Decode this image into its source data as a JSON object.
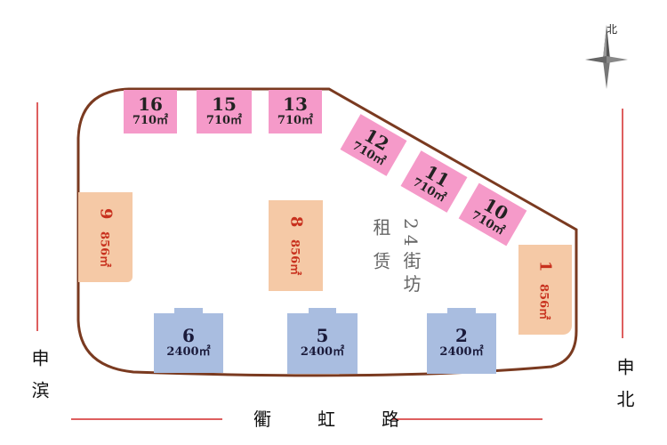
{
  "compass": {
    "north_label": "北"
  },
  "roads": {
    "left_name": "申滨",
    "right_name": "申北",
    "bottom_name": "衢虹路",
    "line_color": "#d42a2a"
  },
  "center_label": {
    "line1": "24街坊",
    "line2": "租赁"
  },
  "boundary_color": "#7a3a20",
  "plots": [
    {
      "id": "16",
      "area": "710㎡",
      "kind": "pink"
    },
    {
      "id": "15",
      "area": "710㎡",
      "kind": "pink"
    },
    {
      "id": "13",
      "area": "710㎡",
      "kind": "pink"
    },
    {
      "id": "12",
      "area": "710㎡",
      "kind": "pink"
    },
    {
      "id": "11",
      "area": "710㎡",
      "kind": "pink"
    },
    {
      "id": "10",
      "area": "710㎡",
      "kind": "pink"
    },
    {
      "id": "9",
      "area": "856㎡",
      "kind": "peach"
    },
    {
      "id": "8",
      "area": "856㎡",
      "kind": "peach"
    },
    {
      "id": "1",
      "area": "856㎡",
      "kind": "peach"
    },
    {
      "id": "6",
      "area": "2400㎡",
      "kind": "blue"
    },
    {
      "id": "5",
      "area": "2400㎡",
      "kind": "blue"
    },
    {
      "id": "2",
      "area": "2400㎡",
      "kind": "blue"
    }
  ]
}
